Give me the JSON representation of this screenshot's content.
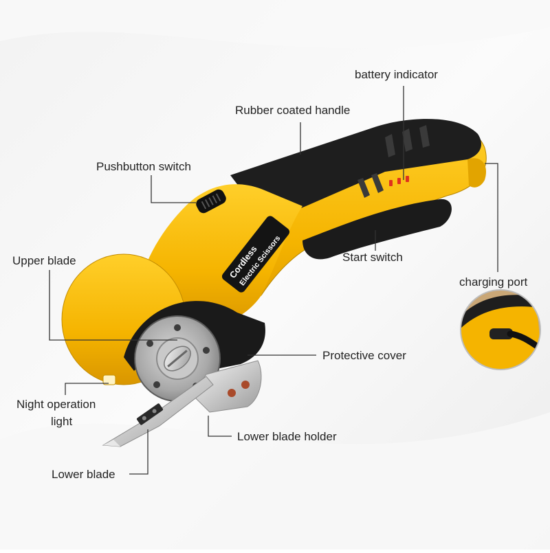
{
  "product": {
    "brand_line1": "Cordless",
    "brand_line2": "Electric Scissors"
  },
  "callouts": {
    "battery_indicator": "battery indicator",
    "rubber_handle": "Rubber coated handle",
    "pushbutton_switch": "Pushbutton switch",
    "upper_blade": "Upper blade",
    "start_switch": "Start switch",
    "charging_port": "charging port",
    "protective_cover": "Protective cover",
    "night_light_line1": "Night operation",
    "night_light_line2": "light",
    "lower_blade_holder": "Lower blade holder",
    "lower_blade": "Lower blade"
  },
  "colors": {
    "body_yellow": "#f5b800",
    "body_black": "#1e1e1e",
    "indicator_red": "#e0301e",
    "leader_line": "#333333"
  }
}
